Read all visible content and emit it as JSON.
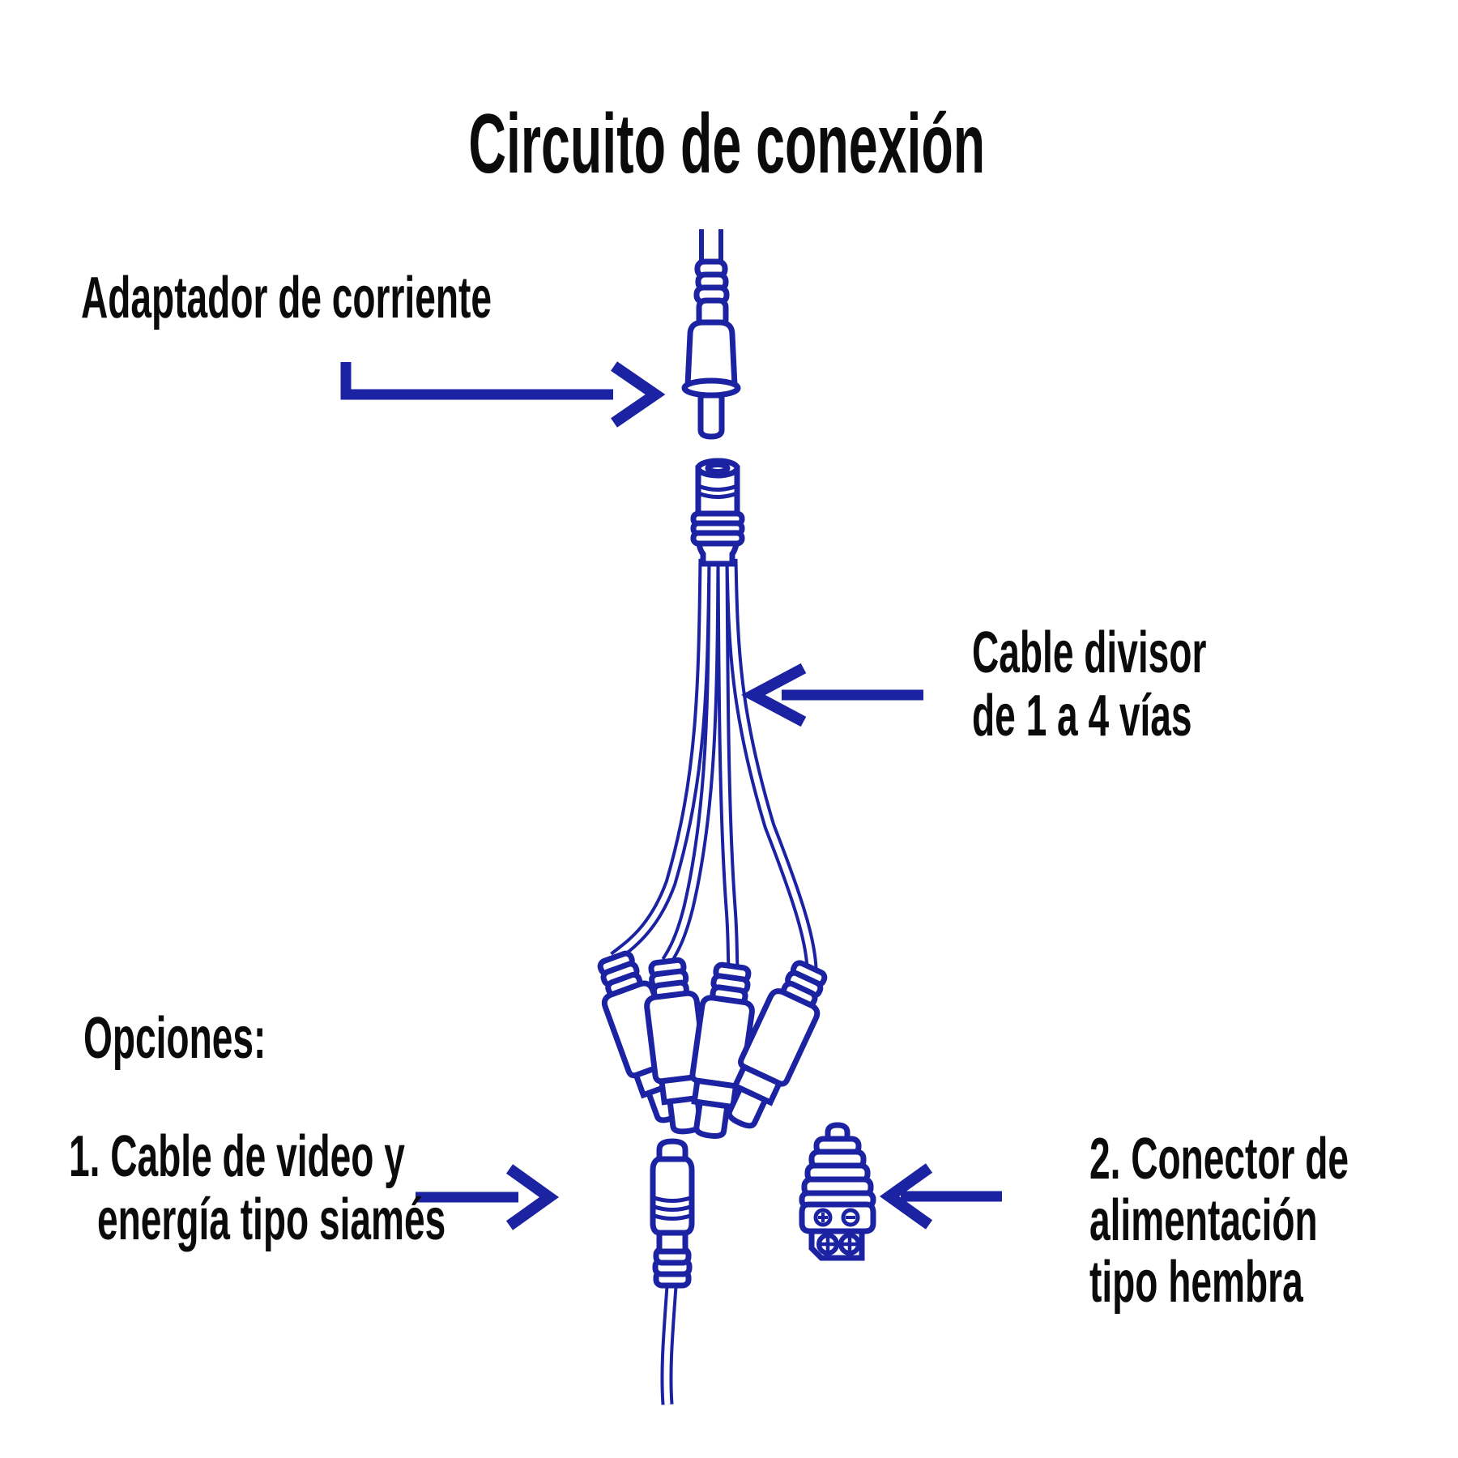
{
  "title": "Circuito de conexión",
  "callouts": {
    "adapter": {
      "label": "Adaptador de corriente",
      "arrow": "right"
    },
    "splitter": {
      "label_line1": "Cable divisor",
      "label_line2": "de 1 a 4 vías",
      "arrow": "left"
    },
    "option2": {
      "line1": "2. Conector de",
      "line2": "alimentación",
      "line3": "tipo hembra",
      "arrow": "left"
    }
  },
  "options_section": {
    "heading": "Opciones:",
    "option1": {
      "line1": "1. Cable de video y",
      "line2": "energía tipo siamés",
      "arrow": "right"
    }
  },
  "colors": {
    "line_art_blue": "#1c23a3",
    "text_black": "#0b0b0b",
    "background": "#ffffff"
  }
}
